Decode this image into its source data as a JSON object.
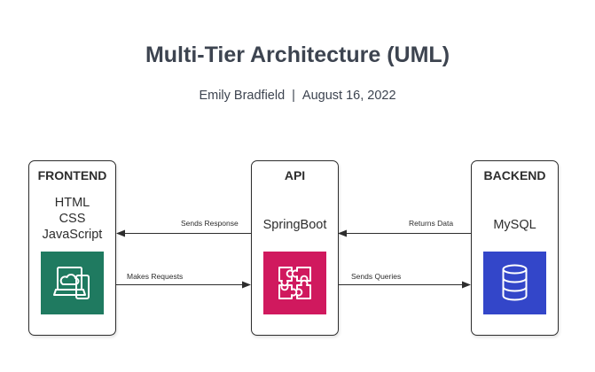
{
  "header": {
    "title": "Multi-Tier Architecture (UML)",
    "author": "Emily Bradfield",
    "separator": "|",
    "date": "August 16, 2022"
  },
  "tiers": [
    {
      "heading": "FRONTEND",
      "technologies": [
        "HTML",
        "CSS",
        "JavaScript"
      ],
      "icon": "cloud-desktop-icon",
      "icon_color": "#1f7a60"
    },
    {
      "heading": "API",
      "technologies": [
        "SpringBoot"
      ],
      "icon": "puzzle-icon",
      "icon_color": "#d0195e"
    },
    {
      "heading": "BACKEND",
      "technologies": [
        "MySQL"
      ],
      "icon": "database-icon",
      "icon_color": "#3346c9"
    }
  ],
  "connections": [
    {
      "from": "API",
      "to": "FRONTEND",
      "label": "Sends Response"
    },
    {
      "from": "FRONTEND",
      "to": "API",
      "label": "Makes Requests"
    },
    {
      "from": "BACKEND",
      "to": "API",
      "label": "Returns Data"
    },
    {
      "from": "API",
      "to": "BACKEND",
      "label": "Sends Queries"
    }
  ]
}
